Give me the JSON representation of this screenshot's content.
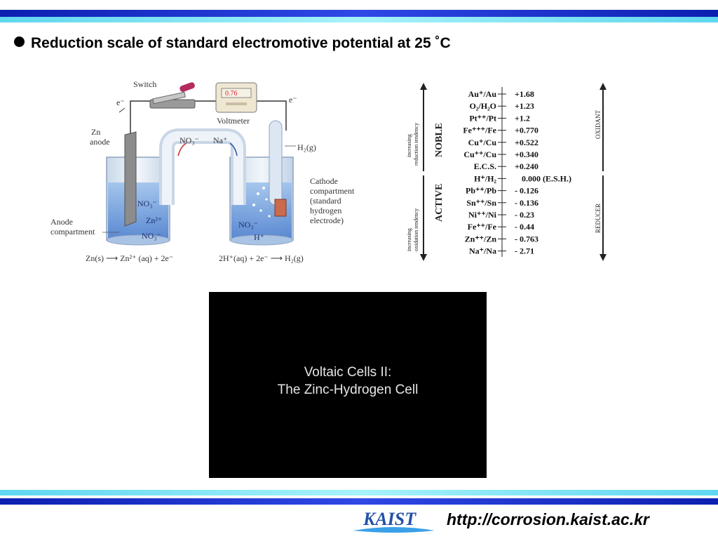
{
  "header": {
    "title": "Reduction scale of standard electromotive potential at 25 ˚C"
  },
  "cell_diagram": {
    "switch": "Switch",
    "voltmeter": "Voltmeter",
    "voltmeter_display": "0.76",
    "electron_left": "e⁻",
    "electron_right": "e⁻",
    "zn_anode": [
      "Zn",
      "anode"
    ],
    "no3_bridge": "NO₃⁻",
    "na_bridge": "Na⁺",
    "h2_gas": "H₂(g)",
    "cathode": [
      "Cathode",
      "compartment",
      "(standard",
      "hydrogen",
      "electrode)"
    ],
    "anode": [
      "Anode",
      "compartment"
    ],
    "no3_left_top": "NO₃⁻",
    "zn2_ion": "Zn²⁺",
    "no3_left_bottom": "NO₃⁻",
    "no3_right": "NO₃⁻",
    "h_ion": "H⁺",
    "reaction_left": "Zn(s) ⟶ Zn²⁺ (aq) + 2e⁻",
    "reaction_right": "2H⁺(aq) + 2e⁻ ⟶ H₂(g)"
  },
  "scale": {
    "rows": [
      {
        "couple": "Au⁺/Au",
        "potential": "+1.68"
      },
      {
        "couple": "O₂/H₂O",
        "potential": "+1.23"
      },
      {
        "couple": "Pt⁺⁺/Pt",
        "potential": "+1.2"
      },
      {
        "couple": "Fe⁺⁺⁺/Fe",
        "potential": "+0.770"
      },
      {
        "couple": "Cu⁺/Cu",
        "potential": "+0.522"
      },
      {
        "couple": "Cu⁺⁺/Cu",
        "potential": "+0.340"
      },
      {
        "couple": "E.C.S.",
        "potential": "+0.240"
      },
      {
        "couple": "H⁺/H₂",
        "potential": "0.000 (E.S.H.)"
      },
      {
        "couple": "Pb⁺⁺/Pb",
        "potential": "- 0.126"
      },
      {
        "couple": "Sn⁺⁺/Sn",
        "potential": "- 0.136"
      },
      {
        "couple": "Ni⁺⁺/Ni",
        "potential": "- 0.23"
      },
      {
        "couple": "Fe⁺⁺/Fe",
        "potential": "- 0.44"
      },
      {
        "couple": "Zn⁺⁺/Zn",
        "potential": "- 0.763"
      },
      {
        "couple": "Na⁺/Na",
        "potential": "- 2.71"
      }
    ],
    "noble": "NOBLE",
    "active": "ACTIVE",
    "reduction_tendency": [
      "increasing",
      "reduction tendency"
    ],
    "oxidation_tendency": [
      "increasing",
      "oxidation tendency"
    ],
    "oxidant": "OXIDANT",
    "reducer": "REDUCER"
  },
  "video": {
    "caption_line1": "Voltaic Cells II:",
    "caption_line2": "The Zinc-Hydrogen Cell"
  },
  "footer": {
    "logo_text": "KAIST",
    "url": "http://corrosion.kaist.ac.kr"
  },
  "colors": {
    "band_dark": "#1a2fd6",
    "band_light": "#7ee8f4",
    "band_mid": "#39a9ee",
    "logo": "#2450a8"
  }
}
